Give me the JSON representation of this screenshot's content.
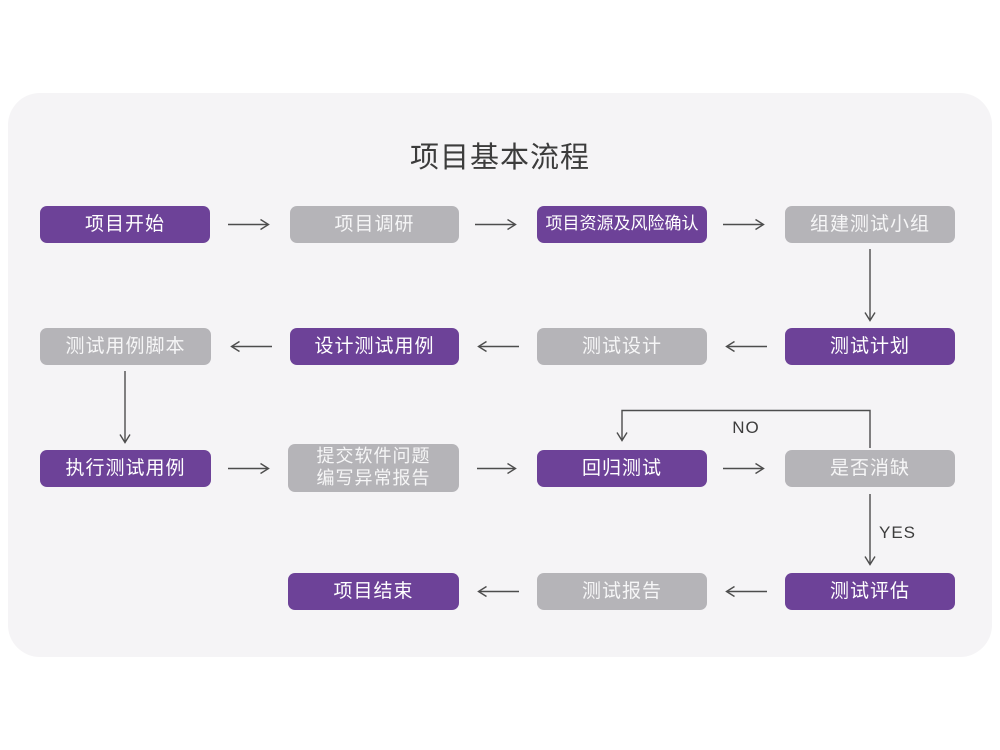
{
  "title": "项目基本流程",
  "colors": {
    "purple": "#6d4298",
    "gray": "#b5b4b8",
    "card_bg": "#f5f4f6",
    "arrow": "#4d4d4d",
    "title_text": "#3c3c3c",
    "label_text": "#3d3d3d"
  },
  "branch_labels": {
    "no": "NO",
    "yes": "YES"
  },
  "nodes": [
    {
      "label": "项目开始",
      "type": "purple"
    },
    {
      "label": "项目调研",
      "type": "gray"
    },
    {
      "label": "项目资源及风险确认",
      "type": "purple"
    },
    {
      "label": "组建测试小组",
      "type": "gray"
    },
    {
      "label": "测试用例脚本",
      "type": "gray"
    },
    {
      "label": "设计测试用例",
      "type": "purple"
    },
    {
      "label": "测试设计",
      "type": "gray"
    },
    {
      "label": "测试计划",
      "type": "purple"
    },
    {
      "label": "执行测试用例",
      "type": "purple"
    },
    {
      "label": "提交软件问题\n编写异常报告",
      "type": "gray"
    },
    {
      "label": "回归测试",
      "type": "purple"
    },
    {
      "label": "是否消缺",
      "type": "gray"
    },
    {
      "label": "项目结束",
      "type": "purple"
    },
    {
      "label": "测试报告",
      "type": "gray"
    },
    {
      "label": "测试评估",
      "type": "purple"
    }
  ]
}
